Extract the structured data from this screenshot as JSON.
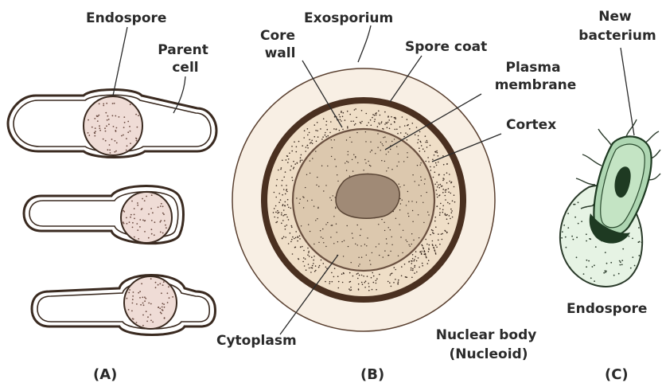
{
  "labels": {
    "endospore_a": "Endospore",
    "parent_cell": [
      "Parent",
      "cell"
    ],
    "exosporium": "Exosporium",
    "core_wall": [
      "Core",
      "wall"
    ],
    "spore_coat": "Spore coat",
    "plasma_membrane": [
      "Plasma",
      "membrane"
    ],
    "cortex": "Cortex",
    "cytoplasm": "Cytoplasm",
    "nuclear_body": [
      "Nuclear body",
      "(Nucleoid)"
    ],
    "new_bacterium": [
      "New",
      "bacterium"
    ],
    "endospore_c": "Endospore"
  },
  "panels": [
    "(A)",
    "(B)",
    "(C)"
  ],
  "colors": {
    "outline": "#3a2a20",
    "spore_fill": "#efdcd6",
    "exosporium_fill": "#f8efe4",
    "cortex_fill": "#efdec7",
    "core_fill": "#dcc8ae",
    "nucleoid_fill": "#a08a76",
    "spore_coat_ring": "#4a3020",
    "bacterium_fill": "#aed6b2",
    "bacterium_dark": "#1e3a22",
    "endospore_c_fill": "#e6f3e4"
  }
}
